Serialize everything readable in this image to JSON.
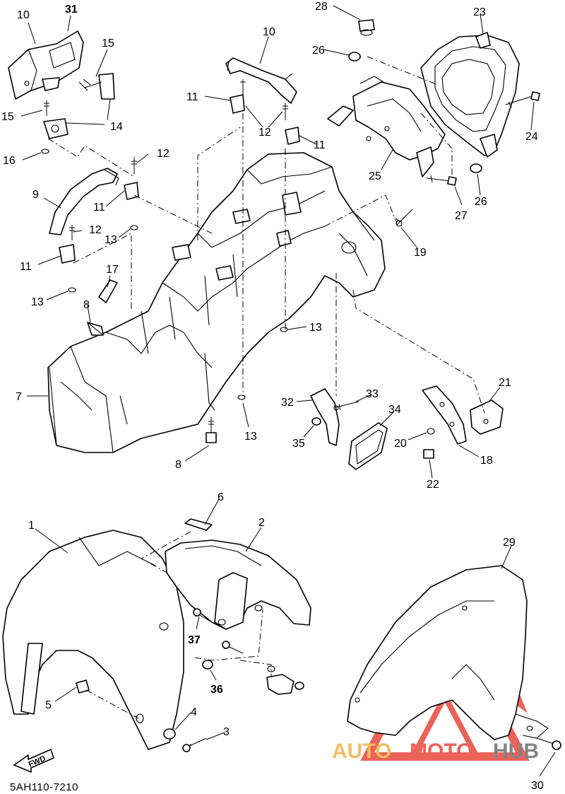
{
  "diagram_code": "5AH110-7210",
  "fwd_label": "FWD",
  "watermark": {
    "part1": "AUTO",
    "part2": "MOTO",
    "part3": "HUB"
  },
  "callouts": {
    "c1": "1",
    "c2": "2",
    "c3": "3",
    "c4": "4",
    "c5": "5",
    "c6": "6",
    "c7": "7",
    "c8a": "8",
    "c8b": "8",
    "c9": "9",
    "c10a": "10",
    "c10b": "10",
    "c11a": "11",
    "c11b": "11",
    "c11c": "11",
    "c11d": "11",
    "c12a": "12",
    "c12b": "12",
    "c12c": "12",
    "c13a": "13",
    "c13b": "13",
    "c13c": "13",
    "c13d": "13",
    "c14": "14",
    "c15a": "15",
    "c15b": "15",
    "c16": "16",
    "c17": "17",
    "c18": "18",
    "c19": "19",
    "c20": "20",
    "c21": "21",
    "c22": "22",
    "c23": "23",
    "c24": "24",
    "c25": "25",
    "c26a": "26",
    "c26b": "26",
    "c27": "27",
    "c28": "28",
    "c29": "29",
    "c30": "30",
    "c31": "31",
    "c32": "32",
    "c33": "33",
    "c34": "34",
    "c35": "35",
    "c36": "36",
    "c37": "37"
  },
  "colors": {
    "line": "#000000",
    "paper": "#ffffff",
    "wm_red": "#e8473d",
    "wm_orange": "#f2b24a",
    "wm_gray": "#6d6e72"
  }
}
